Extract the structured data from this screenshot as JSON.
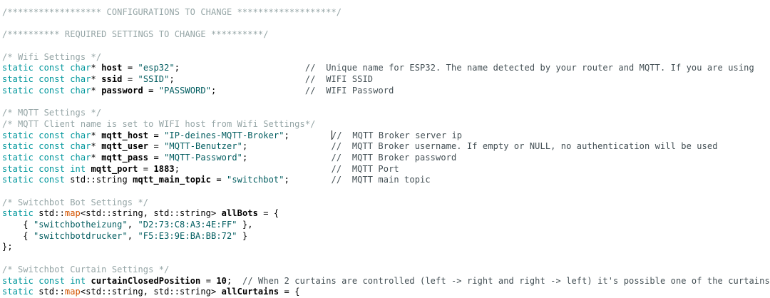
{
  "app": {
    "kind": "code-editor",
    "background": "#FFFFFF"
  },
  "syntax_colors": {
    "keyword": "#00979C",
    "string": "#005C5F",
    "block_comment": "#95A5A6",
    "line_comment": "#434F54",
    "function_name": "#D35400",
    "plain": "#000000",
    "identifier_bold": "#000000",
    "caret": "#000000"
  },
  "editor": {
    "lines": [
      {
        "tokens": [
          [
            "c1",
            "/****************** CONFIGURATIONS TO CHANGE *******************/"
          ]
        ]
      },
      {
        "tokens": []
      },
      {
        "tokens": [
          [
            "c1",
            "/********** REQUIRED SETTINGS TO CHANGE **********/"
          ]
        ]
      },
      {
        "tokens": []
      },
      {
        "tokens": [
          [
            "c1",
            "/* Wifi Settings */"
          ]
        ]
      },
      {
        "tokens": [
          [
            "kw",
            "static"
          ],
          [
            "pl",
            " "
          ],
          [
            "kw",
            "const"
          ],
          [
            "pl",
            " "
          ],
          [
            "kw",
            "char"
          ],
          [
            "pl",
            "* "
          ],
          [
            "id",
            "host"
          ],
          [
            "pl",
            " = "
          ],
          [
            "str",
            "\"esp32\""
          ],
          [
            "pl",
            ";"
          ],
          [
            "pl",
            "                        "
          ],
          [
            "c2",
            "//  Unique name for ESP32. The name detected by your router and MQTT. If you are using"
          ]
        ]
      },
      {
        "tokens": [
          [
            "kw",
            "static"
          ],
          [
            "pl",
            " "
          ],
          [
            "kw",
            "const"
          ],
          [
            "pl",
            " "
          ],
          [
            "kw",
            "char"
          ],
          [
            "pl",
            "* "
          ],
          [
            "id",
            "ssid"
          ],
          [
            "pl",
            " = "
          ],
          [
            "str",
            "\"SSID\""
          ],
          [
            "pl",
            ";"
          ],
          [
            "pl",
            "                         "
          ],
          [
            "c2",
            "//  WIFI SSID"
          ]
        ]
      },
      {
        "tokens": [
          [
            "kw",
            "static"
          ],
          [
            "pl",
            " "
          ],
          [
            "kw",
            "const"
          ],
          [
            "pl",
            " "
          ],
          [
            "kw",
            "char"
          ],
          [
            "pl",
            "* "
          ],
          [
            "id",
            "password"
          ],
          [
            "pl",
            " = "
          ],
          [
            "str",
            "\"PASSWORD\""
          ],
          [
            "pl",
            ";"
          ],
          [
            "pl",
            "                 "
          ],
          [
            "c2",
            "//  WIFI Password"
          ]
        ]
      },
      {
        "tokens": []
      },
      {
        "tokens": [
          [
            "c1",
            "/* MQTT Settings */"
          ]
        ]
      },
      {
        "tokens": [
          [
            "c1",
            "/* MQTT Client name is set to WIFI host from Wifi Settings*/"
          ]
        ]
      },
      {
        "tokens": [
          [
            "kw",
            "static"
          ],
          [
            "pl",
            " "
          ],
          [
            "kw",
            "const"
          ],
          [
            "pl",
            " "
          ],
          [
            "kw",
            "char"
          ],
          [
            "pl",
            "* "
          ],
          [
            "id",
            "mqtt_host"
          ],
          [
            "pl",
            " = "
          ],
          [
            "str",
            "\"IP-deines-MQTT-Broker\""
          ],
          [
            "pl",
            ";"
          ],
          [
            "pl",
            "        "
          ],
          [
            "cur",
            ""
          ],
          [
            "c2",
            "//  MQTT Broker server ip"
          ]
        ]
      },
      {
        "tokens": [
          [
            "kw",
            "static"
          ],
          [
            "pl",
            " "
          ],
          [
            "kw",
            "const"
          ],
          [
            "pl",
            " "
          ],
          [
            "kw",
            "char"
          ],
          [
            "pl",
            "* "
          ],
          [
            "id",
            "mqtt_user"
          ],
          [
            "pl",
            " = "
          ],
          [
            "str",
            "\"MQTT-Benutzer\""
          ],
          [
            "pl",
            ";"
          ],
          [
            "pl",
            "                "
          ],
          [
            "c2",
            "//  MQTT Broker username. If empty or NULL, no authentication will be used"
          ]
        ]
      },
      {
        "tokens": [
          [
            "kw",
            "static"
          ],
          [
            "pl",
            " "
          ],
          [
            "kw",
            "const"
          ],
          [
            "pl",
            " "
          ],
          [
            "kw",
            "char"
          ],
          [
            "pl",
            "* "
          ],
          [
            "id",
            "mqtt_pass"
          ],
          [
            "pl",
            " = "
          ],
          [
            "str",
            "\"MQTT-Password\""
          ],
          [
            "pl",
            ";"
          ],
          [
            "pl",
            "                "
          ],
          [
            "c2",
            "//  MQTT Broker password"
          ]
        ]
      },
      {
        "tokens": [
          [
            "kw",
            "static"
          ],
          [
            "pl",
            " "
          ],
          [
            "kw",
            "const"
          ],
          [
            "pl",
            " "
          ],
          [
            "kw",
            "int"
          ],
          [
            "pl",
            " "
          ],
          [
            "id",
            "mqtt_port"
          ],
          [
            "pl",
            " = "
          ],
          [
            "num",
            "1883"
          ],
          [
            "pl",
            ";"
          ],
          [
            "pl",
            "                             "
          ],
          [
            "c2",
            "//  MQTT Port"
          ]
        ]
      },
      {
        "tokens": [
          [
            "kw",
            "static"
          ],
          [
            "pl",
            " "
          ],
          [
            "kw",
            "const"
          ],
          [
            "pl",
            " std::string "
          ],
          [
            "id",
            "mqtt_main_topic"
          ],
          [
            "pl",
            " = "
          ],
          [
            "str",
            "\"switchbot\""
          ],
          [
            "pl",
            ";"
          ],
          [
            "pl",
            "        "
          ],
          [
            "c2",
            "//  MQTT main topic"
          ]
        ]
      },
      {
        "tokens": []
      },
      {
        "tokens": [
          [
            "c1",
            "/* Switchbot Bot Settings */"
          ]
        ]
      },
      {
        "tokens": [
          [
            "kw",
            "static"
          ],
          [
            "pl",
            " std::"
          ],
          [
            "fn",
            "map"
          ],
          [
            "pl",
            "<std::string, std::string> "
          ],
          [
            "id",
            "allBots"
          ],
          [
            "pl",
            " = {"
          ]
        ]
      },
      {
        "tokens": [
          [
            "pl",
            "    { "
          ],
          [
            "str",
            "\"switchbotheizung\""
          ],
          [
            "pl",
            ", "
          ],
          [
            "str",
            "\"D2:73:C8:A3:4E:FF\""
          ],
          [
            "pl",
            " },"
          ]
        ]
      },
      {
        "tokens": [
          [
            "pl",
            "    { "
          ],
          [
            "str",
            "\"switchbotdrucker\""
          ],
          [
            "pl",
            ", "
          ],
          [
            "str",
            "\"F5:E3:9E:BA:BB:72\""
          ],
          [
            "pl",
            " }"
          ]
        ]
      },
      {
        "tokens": [
          [
            "pl",
            "};"
          ]
        ]
      },
      {
        "tokens": []
      },
      {
        "tokens": [
          [
            "c1",
            "/* Switchbot Curtain Settings */"
          ]
        ]
      },
      {
        "tokens": [
          [
            "kw",
            "static"
          ],
          [
            "pl",
            " "
          ],
          [
            "kw",
            "const"
          ],
          [
            "pl",
            " "
          ],
          [
            "kw",
            "int"
          ],
          [
            "pl",
            " "
          ],
          [
            "id",
            "curtainClosedPosition"
          ],
          [
            "pl",
            " = "
          ],
          [
            "num",
            "10"
          ],
          [
            "pl",
            ";"
          ],
          [
            "pl",
            "  "
          ],
          [
            "c2",
            "// When 2 curtains are controlled (left -> right and right -> left) it's possible one of the curtains"
          ]
        ]
      },
      {
        "tokens": [
          [
            "kw",
            "static"
          ],
          [
            "pl",
            " std::"
          ],
          [
            "fn",
            "map"
          ],
          [
            "pl",
            "<std::string, std::string> "
          ],
          [
            "id",
            "allCurtains"
          ],
          [
            "pl",
            " = {"
          ]
        ]
      }
    ]
  }
}
